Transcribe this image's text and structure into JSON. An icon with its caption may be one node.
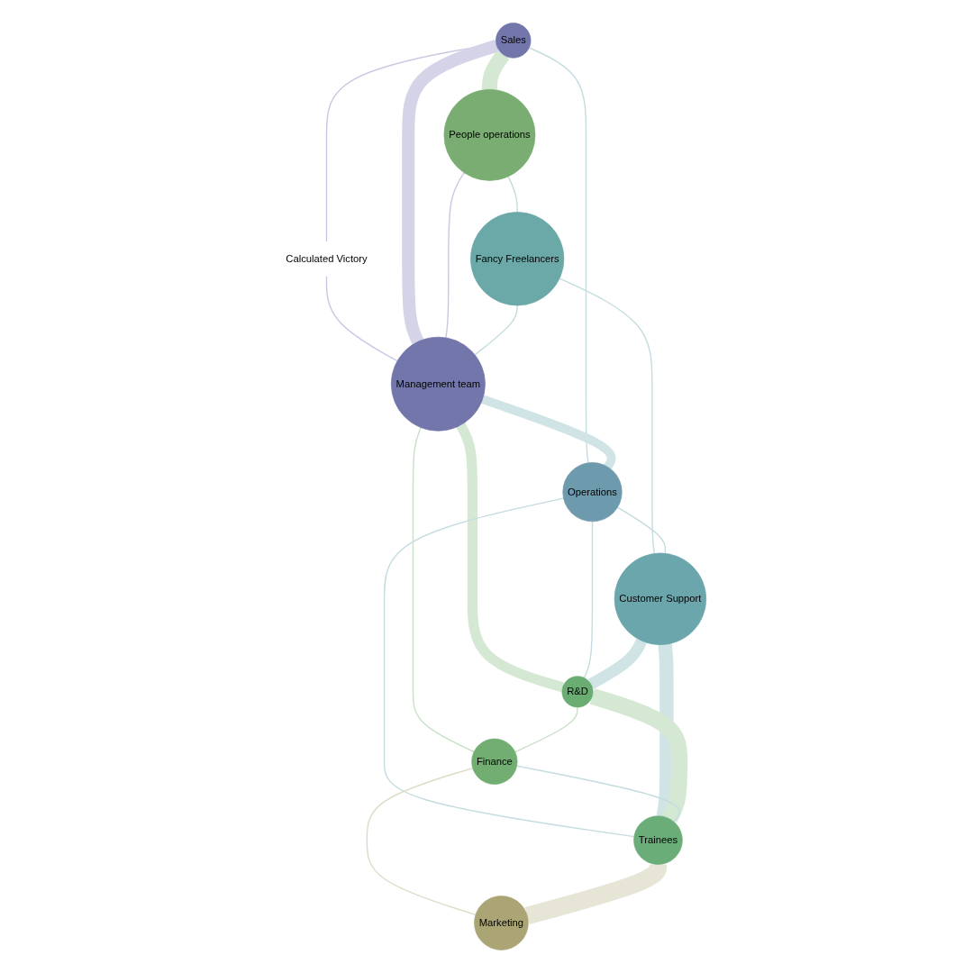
{
  "diagram": {
    "nodes": [
      {
        "text": [
          "Calculated Victory"
        ]
      },
      {
        "text": [
          "Sales"
        ]
      },
      {
        "text": [
          "People operations"
        ]
      },
      {
        "text": [
          "Management team"
        ]
      },
      {
        "text": [
          "Fancy Freelancers"
        ]
      },
      {
        "text": [
          "Operations"
        ]
      },
      {
        "text": [
          "R&D"
        ]
      },
      {
        "text": [
          "Finance"
        ]
      },
      {
        "text": [
          "Customer Support"
        ]
      },
      {
        "text": [
          "Trainees"
        ]
      },
      {
        "text": [
          "Marketing"
        ]
      }
    ],
    "edges": [
      {
        "from": 1,
        "to": 0,
        "arrow": "none",
        "color": "#c9c8e2"
      },
      {
        "from": 0,
        "to": 3,
        "arrow": "none",
        "color": "#c9c8e2"
      },
      {
        "from": 1,
        "to": 2,
        "arrow": "none",
        "style": "thick",
        "color": "#d5e8d4"
      },
      {
        "from": 1,
        "to": 3,
        "arrow": "none",
        "style": "thick",
        "color": "#d4d3e8"
      },
      {
        "from": 1,
        "to": 5,
        "arrow": "none",
        "color": "#c4dcdf"
      },
      {
        "from": 2,
        "to": 3,
        "arrow": "none",
        "color": "#c9c8e2"
      },
      {
        "from": 2,
        "to": 4,
        "arrow": "none",
        "color": "#c4dcdf"
      },
      {
        "from": 4,
        "to": 3,
        "arrow": "none",
        "color": "#c4dcdf"
      },
      {
        "from": 4,
        "to": 8,
        "arrow": "none",
        "color": "#c4dcdf"
      },
      {
        "from": 3,
        "to": 5,
        "arrow": "none",
        "style": "thick",
        "color": "#d0e4e6"
      },
      {
        "from": 3,
        "to": 6,
        "arrow": "none",
        "style": "thick",
        "color": "#d5e8d4"
      },
      {
        "from": 3,
        "to": 7,
        "arrow": "none",
        "color": "#c8e0c8"
      },
      {
        "from": 5,
        "to": 6,
        "arrow": "none",
        "color": "#c4dcdf"
      },
      {
        "from": 5,
        "to": 8,
        "arrow": "none",
        "color": "#c4dcdf"
      },
      {
        "from": 5,
        "to": 9,
        "arrow": "none",
        "color": "#c4dcdf"
      },
      {
        "from": 8,
        "to": 6,
        "arrow": "none",
        "style": "thick",
        "color": "#d0e4e6"
      },
      {
        "from": 8,
        "to": 9,
        "arrow": "none",
        "style": "thick",
        "color": "#d0e4e6"
      },
      {
        "from": 6,
        "to": 9,
        "arrow": "none",
        "style": "thick",
        "color": "#d5e8d4"
      },
      {
        "from": 6,
        "to": 7,
        "arrow": "none",
        "color": "#c8e0c8"
      },
      {
        "from": 7,
        "to": 9,
        "arrow": "none",
        "color": "#c4dcdf"
      },
      {
        "from": 7,
        "to": 10,
        "arrow": "none",
        "color": "#dcdbc6"
      },
      {
        "from": 9,
        "to": 10,
        "arrow": "none",
        "style": "thick",
        "color": "#e6e5d6"
      }
    ]
  }
}
